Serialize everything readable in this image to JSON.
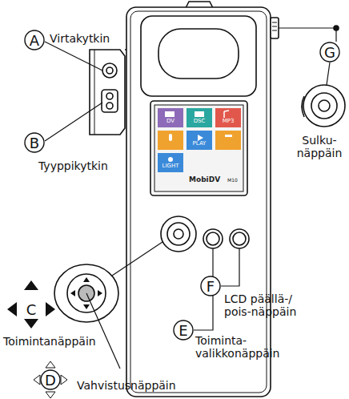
{
  "diagram": {
    "nodes": [
      {
        "text": [
          "A"
        ]
      },
      {
        "text": [
          "B"
        ]
      },
      {
        "text": [
          "C"
        ]
      },
      {
        "text": [
          "D"
        ]
      },
      {
        "text": [
          "E"
        ]
      },
      {
        "text": [
          "F"
        ]
      },
      {
        "text": [
          "G"
        ]
      }
    ],
    "labels": [
      "Virtakytkin",
      "Tyyppikytkin",
      "Toimintanäppäin",
      "Vahvistusnäppäin",
      "Sulku- näppäin",
      "LCD päällä-/ pois-näppäin",
      "Toiminta- valikkonäppäin",
      "DV",
      "DSC",
      "MP3",
      "PLAY",
      "LIGHT",
      "MobiDV",
      "M10"
    ]
  }
}
